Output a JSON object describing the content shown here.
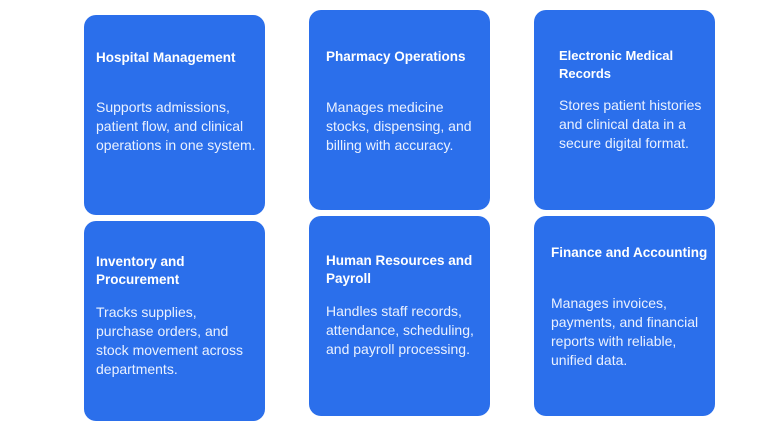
{
  "theme": {
    "card_color": "#2B6FEB",
    "text_color": "#FFFFFF"
  },
  "cards": [
    {
      "title": "Hospital Management",
      "description": "Supports admissions, patient flow, and clinical operations in one system."
    },
    {
      "title": "Pharmacy Operations",
      "description": "Manages medicine stocks, dispensing, and billing with accuracy."
    },
    {
      "title": "Electronic Medical Records",
      "description": "Stores patient histories and clinical data in a secure digital format."
    },
    {
      "title": "Inventory and Procurement",
      "description": "Tracks supplies, purchase orders, and stock movement across departments."
    },
    {
      "title": "Human Resources and Payroll",
      "description": "Handles staff records, attendance, scheduling, and payroll processing."
    },
    {
      "title": "Finance and Accounting",
      "description": "Manages invoices, payments, and financial reports with reliable, unified data."
    }
  ]
}
